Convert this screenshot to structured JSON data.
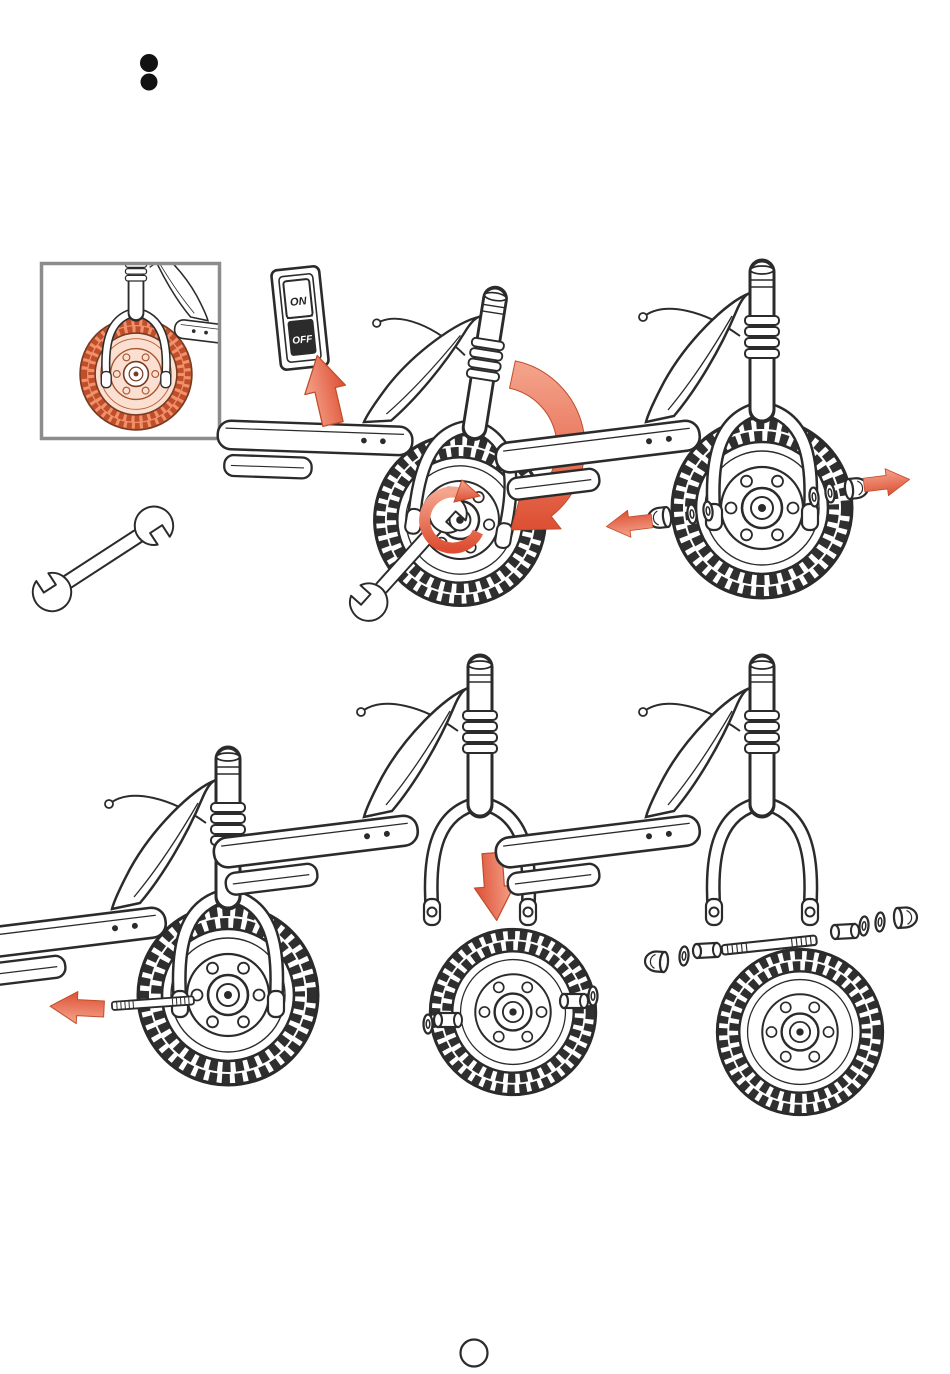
{
  "page": {
    "bullet_count": 2,
    "page_marker_label": ""
  },
  "switch": {
    "on_label": "ON",
    "off_label": "OFF"
  },
  "colors": {
    "line": "#2b2b2b",
    "accent_red": "#dd4f33",
    "accent_red_light": "#f5a58e",
    "tire_highlight": "#f0916c",
    "inset_border": "#8c8c8c"
  },
  "steps": [
    {
      "id": "inset-front-wheel-highlight",
      "icon": "front-wheel-highlighted-icon"
    },
    {
      "id": "tool-wrench",
      "icon": "open-end-wrench-icon"
    },
    {
      "id": "step-switch-off-and-loosen",
      "icon": "power-switch-and-wrench-icon"
    },
    {
      "id": "step-remove-axle-nuts-washers",
      "icon": "nuts-washers-pull-apart-icon"
    },
    {
      "id": "step-slide-out-axle",
      "icon": "axle-pull-left-icon"
    },
    {
      "id": "step-drop-wheel-from-fork",
      "icon": "fork-down-arrow-icon"
    },
    {
      "id": "step-axle-hardware-order",
      "icon": "exploded-axle-parts-icon"
    }
  ]
}
